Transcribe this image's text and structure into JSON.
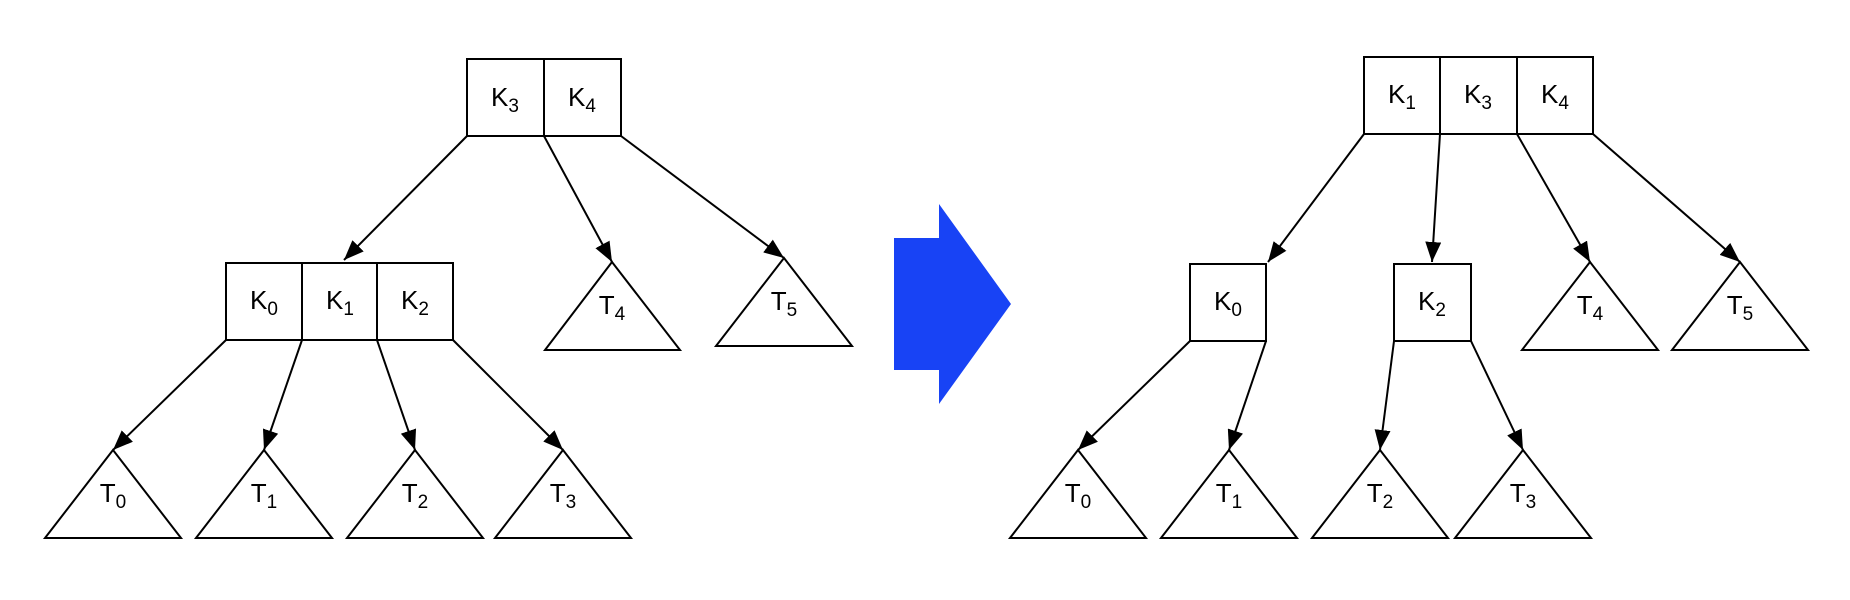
{
  "colors": {
    "stroke": "#000000",
    "fill": "#ffffff",
    "arrow": "#1843F5"
  },
  "icons": {
    "transition": "right-arrow-icon"
  },
  "before": {
    "root": [
      {
        "letter": "K",
        "index": "3"
      },
      {
        "letter": "K",
        "index": "4"
      }
    ],
    "child": [
      {
        "letter": "K",
        "index": "0"
      },
      {
        "letter": "K",
        "index": "1"
      },
      {
        "letter": "K",
        "index": "2"
      }
    ],
    "subtrees": [
      {
        "letter": "T",
        "index": "0"
      },
      {
        "letter": "T",
        "index": "1"
      },
      {
        "letter": "T",
        "index": "2"
      },
      {
        "letter": "T",
        "index": "3"
      },
      {
        "letter": "T",
        "index": "4"
      },
      {
        "letter": "T",
        "index": "5"
      }
    ]
  },
  "after": {
    "root": [
      {
        "letter": "K",
        "index": "1"
      },
      {
        "letter": "K",
        "index": "3"
      },
      {
        "letter": "K",
        "index": "4"
      }
    ],
    "left_child": [
      {
        "letter": "K",
        "index": "0"
      }
    ],
    "right_child": [
      {
        "letter": "K",
        "index": "2"
      }
    ],
    "subtrees": [
      {
        "letter": "T",
        "index": "0"
      },
      {
        "letter": "T",
        "index": "1"
      },
      {
        "letter": "T",
        "index": "2"
      },
      {
        "letter": "T",
        "index": "3"
      },
      {
        "letter": "T",
        "index": "4"
      },
      {
        "letter": "T",
        "index": "5"
      }
    ]
  }
}
